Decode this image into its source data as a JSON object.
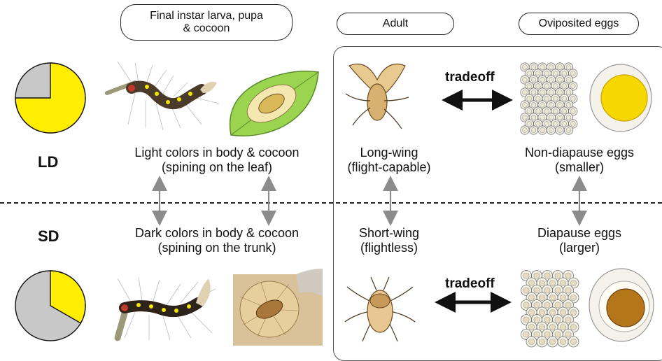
{
  "header": {
    "stage1": "Final instar larva, pupa\n& cocoon",
    "stage2": "Adult",
    "stage3": "Oviposited eggs"
  },
  "ld": {
    "label": "LD",
    "light_fraction": 0.75,
    "larva_line1": "Light colors in body & cocoon",
    "larva_line2": "(spining on the leaf)",
    "adult_line1": "Long-wing",
    "adult_line2": "(flight-capable)",
    "egg_line1": "Non-diapause eggs",
    "egg_line2": "(smaller)",
    "tradeoff": "tradeoff"
  },
  "sd": {
    "label": "SD",
    "light_fraction": 0.333,
    "larva_line1": "Dark colors in body & cocoon",
    "larva_line2": "(spining on the trunk)",
    "adult_line1": "Short-wing",
    "adult_line2": "(flightless)",
    "egg_line1": "Diapause eggs",
    "egg_line2": "(larger)",
    "tradeoff": "tradeoff"
  },
  "colors": {
    "light": "#ffee00",
    "dark": "#c8c8c8",
    "arrow_gray": "#8c8c8c",
    "leaf": "#8cc63f",
    "cocoon_ld": "#e8c86a",
    "cocoon_sd": "#b88a4a",
    "yolk_ld": "#f5d800",
    "yolk_sd": "#b5761a"
  }
}
